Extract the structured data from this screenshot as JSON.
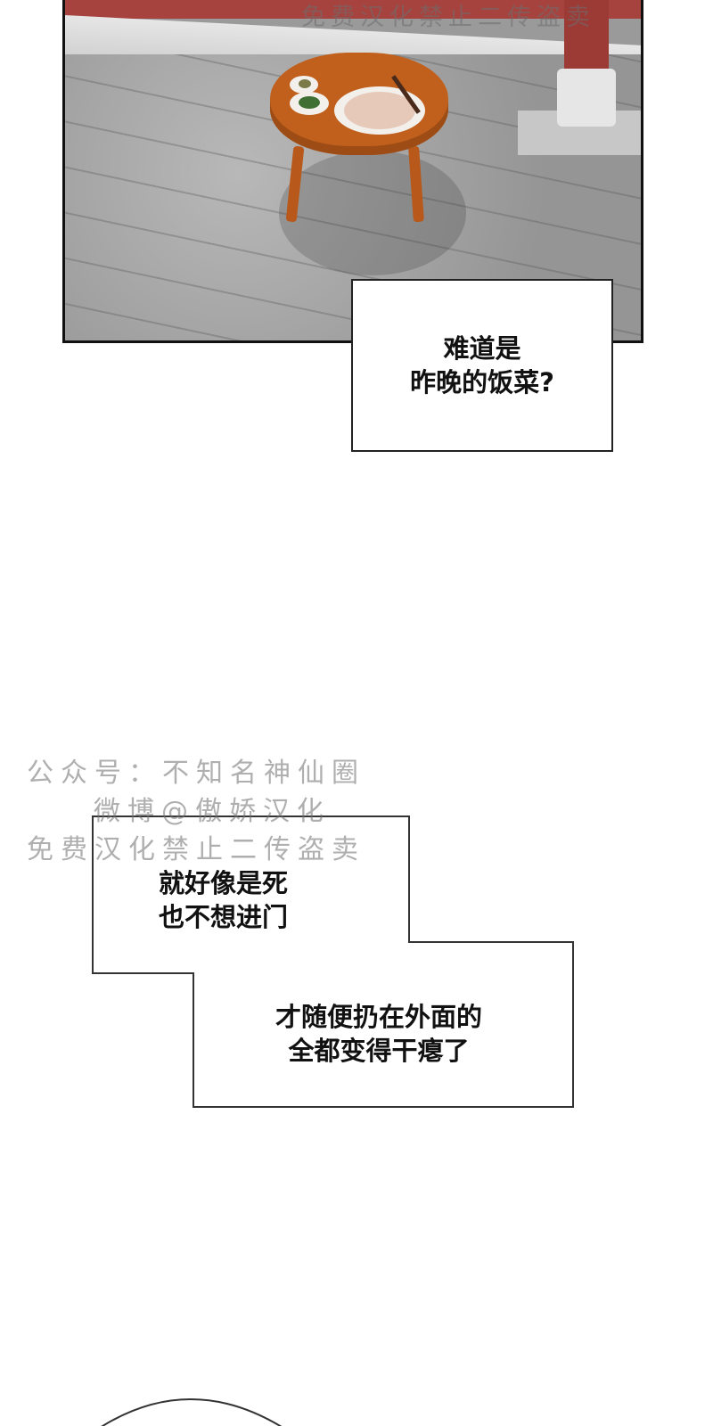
{
  "watermarks": {
    "top": "免费汉化禁止二传盗卖",
    "line1": "公众号：不知名神仙圈",
    "line2": "微博@傲娇汉化",
    "line3": "免费汉化禁止二传盗卖"
  },
  "bubbles": {
    "first": {
      "line1": "难道是",
      "line2": "昨晚的饭菜?"
    },
    "second": {
      "line1": "就好像是死",
      "line2": "也不想进门"
    },
    "third": {
      "line1": "才随便扔在外面的",
      "line2": "全都变得干瘪了"
    }
  }
}
